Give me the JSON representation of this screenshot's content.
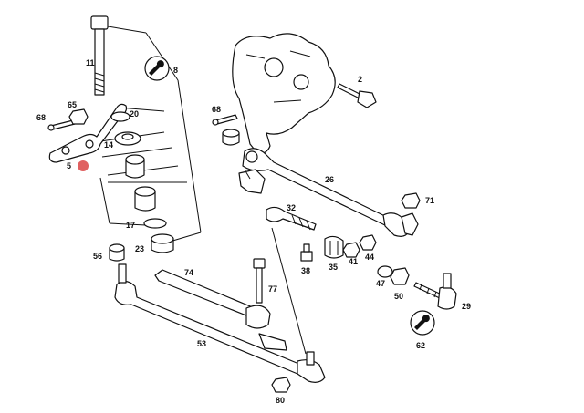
{
  "diagram": {
    "labels": {
      "p2": "2",
      "p5": "5",
      "p8": "8",
      "p11": "11",
      "p14": "14",
      "p17": "17",
      "p20": "20",
      "p23": "23",
      "p26": "26",
      "p29": "29",
      "p32": "32",
      "p35": "35",
      "p38": "38",
      "p41": "41",
      "p44": "44",
      "p47": "47",
      "p50": "50",
      "p53": "53",
      "p56": "56",
      "p62": "62",
      "p65": "65",
      "p68": "68",
      "p68b": "68",
      "p71": "71",
      "p74": "74",
      "p77": "77",
      "p80": "80"
    },
    "colors": {
      "line": "#111111",
      "marker": "#e06060",
      "background": "#ffffff"
    },
    "icons": {
      "tool_8": "wrench-icon",
      "tool_62": "wrench-icon"
    }
  }
}
